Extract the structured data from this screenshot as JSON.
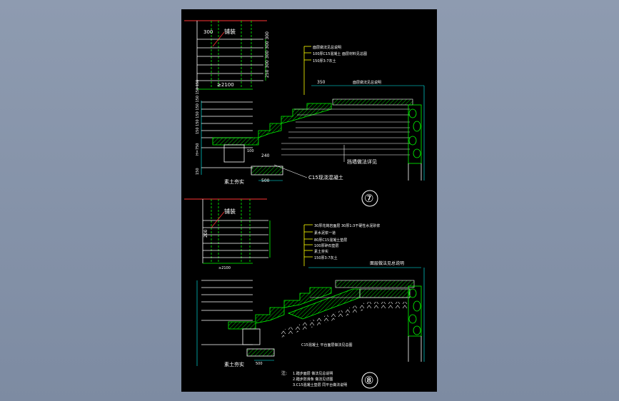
{
  "viewer": {
    "background": "#8a98ad"
  },
  "sheet": {
    "background": "#000000"
  },
  "colors": {
    "outline": "#ffffff",
    "hatch": "#00ff00",
    "callout": "#ffff00",
    "dimension": "#00ffff",
    "accent": "#ff3333"
  },
  "detail7": {
    "label": "⑦",
    "plan": {
      "dim_300": "300",
      "paving_label": "铺装",
      "dim_width": "≥2100",
      "right_dims": [
        "300",
        "300",
        "300",
        "300",
        "250"
      ]
    },
    "section": {
      "callouts": [
        "面层做法见总说明",
        "100厚C15混凝土 面层材料见总图",
        "150厚3:7灰土"
      ],
      "top_dim": "350",
      "top_note": "面层做法见总说明",
      "left_dims": "150 150 150 150 150 150 150",
      "left_dim_b": "H=750",
      "left_dim_c": "150",
      "footing_dim": "500",
      "footing_w": "240",
      "depth_label": "100",
      "soil_label": "素土夯实",
      "foundation_label": "C15现浇混凝土",
      "wall_label": "挡墙做法详见"
    }
  },
  "detail8": {
    "label": "⑧",
    "plan": {
      "paving_label": "铺装",
      "dim_200": "200",
      "dim_width": "≥2100"
    },
    "section": {
      "callouts": [
        "30厚花岗岩面层 30厚1:3干硬性水泥砂浆",
        "素水泥浆一道",
        "80厚C15混凝土垫层",
        "100厚碎石垫层",
        "素土夯实",
        "150厚3:7灰土"
      ],
      "top_note": "面层做法见总说明",
      "bottom_note": "C15混凝土 平台面层做法见总图",
      "soil_label": "素土夯实",
      "footing_dim": "500"
    },
    "notes_title": "注:",
    "notes": [
      "1.踏步面层 做法见总说明",
      "2.踏步防滑条 做法见详图",
      "3.C15混凝土垫层 同平台做法说明"
    ]
  }
}
